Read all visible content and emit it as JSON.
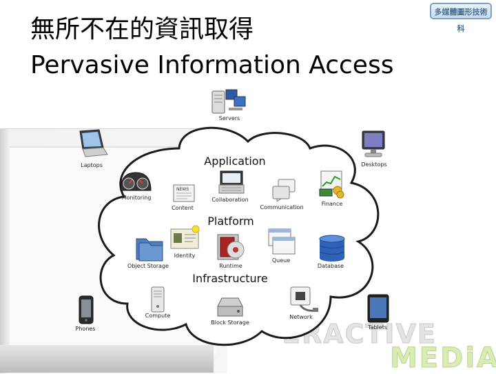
{
  "title": {
    "chinese": "無所不在的資訊取得",
    "english": "Pervasive Information Access"
  },
  "logo_text": "多媒體圖形技術科",
  "watermark": {
    "top": "ERACTIVE",
    "bottom": "MEDiA"
  },
  "sections": {
    "application": "Application",
    "platform": "Platform",
    "infrastructure": "Infrastructure"
  },
  "devices": {
    "servers": "Servers",
    "laptops": "Laptops",
    "desktops": "Desktops",
    "phones": "Phones",
    "tablets": "Tablets"
  },
  "application_items": {
    "monitoring": "Monitoring",
    "content": "Content",
    "collaboration": "Collaboration",
    "communication": "Communication",
    "finance": "Finance"
  },
  "platform_items": {
    "object_storage": "Object Storage",
    "identity": "Identity",
    "runtime": "Runtime",
    "queue": "Queue",
    "database": "Database"
  },
  "infrastructure_items": {
    "compute": "Compute",
    "block_storage": "Block Storage",
    "network": "Network"
  },
  "content_icon_text": "NEWS",
  "colors": {
    "cloud_stroke": "#1a1a1a",
    "watermark_green": "#b6d48a",
    "logo_border": "#7aa0c4"
  }
}
